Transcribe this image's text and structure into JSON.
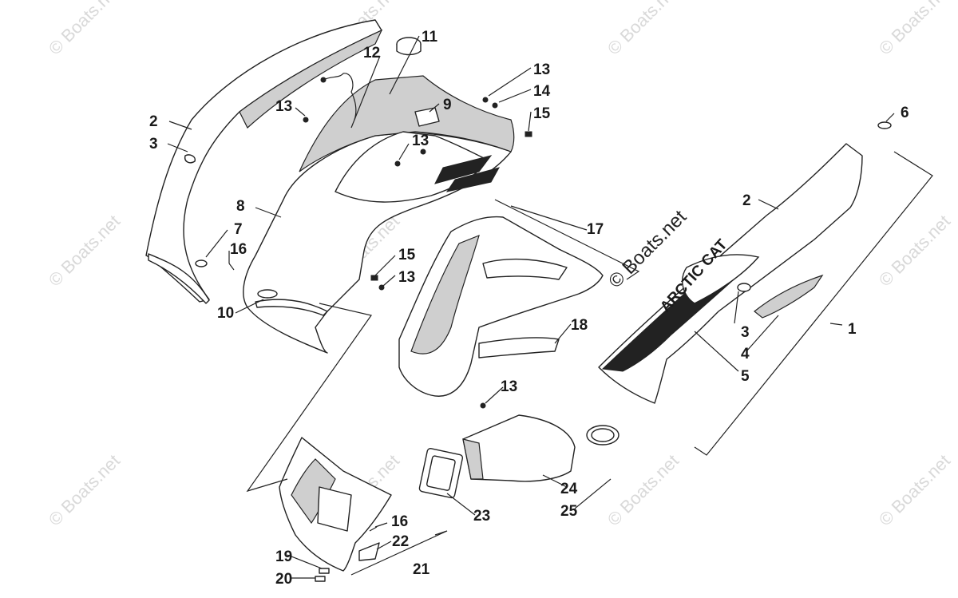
{
  "diagram": {
    "labels": [
      {
        "id": "1",
        "text": "1"
      },
      {
        "id": "2a",
        "text": "2"
      },
      {
        "id": "2b",
        "text": "2"
      },
      {
        "id": "3a",
        "text": "3"
      },
      {
        "id": "3b",
        "text": "3"
      },
      {
        "id": "4",
        "text": "4"
      },
      {
        "id": "5",
        "text": "5"
      },
      {
        "id": "6",
        "text": "6"
      },
      {
        "id": "7",
        "text": "7"
      },
      {
        "id": "8",
        "text": "8"
      },
      {
        "id": "9",
        "text": "9"
      },
      {
        "id": "10",
        "text": "10"
      },
      {
        "id": "11",
        "text": "11"
      },
      {
        "id": "12",
        "text": "12"
      },
      {
        "id": "13a",
        "text": "13"
      },
      {
        "id": "13b",
        "text": "13"
      },
      {
        "id": "13c",
        "text": "13"
      },
      {
        "id": "13d",
        "text": "13"
      },
      {
        "id": "13e",
        "text": "13"
      },
      {
        "id": "14",
        "text": "14"
      },
      {
        "id": "15a",
        "text": "15"
      },
      {
        "id": "15b",
        "text": "15"
      },
      {
        "id": "16a",
        "text": "16"
      },
      {
        "id": "16b",
        "text": "16"
      },
      {
        "id": "17",
        "text": "17"
      },
      {
        "id": "18",
        "text": "18"
      },
      {
        "id": "19",
        "text": "19"
      },
      {
        "id": "20",
        "text": "20"
      },
      {
        "id": "21",
        "text": "21"
      },
      {
        "id": "22",
        "text": "22"
      },
      {
        "id": "23",
        "text": "23"
      },
      {
        "id": "24",
        "text": "24"
      },
      {
        "id": "25",
        "text": "25"
      }
    ],
    "decal_text": "ARCTIC CAT",
    "watermark": "© Boats.net"
  }
}
